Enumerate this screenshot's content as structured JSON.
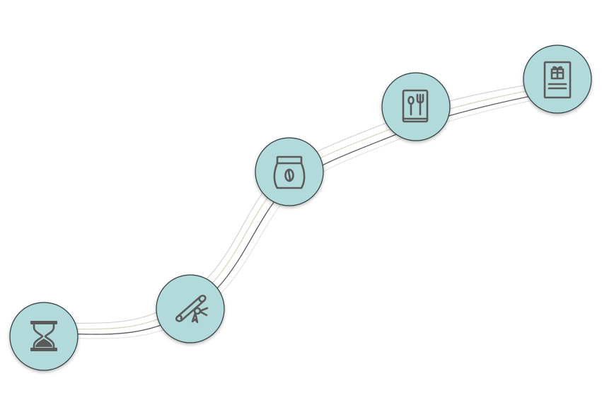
{
  "colors": {
    "node_fill": "#b3dadb",
    "node_stroke": "#2f3b3c",
    "icon": "#5a5a5a",
    "path_dark": "#555555",
    "path_light": "#c8c8c8",
    "path_tan": "#d4d0b8"
  },
  "nodes": [
    {
      "id": "hourglass",
      "icon": "hourglass-icon"
    },
    {
      "id": "diploma",
      "icon": "diploma-scroll-icon"
    },
    {
      "id": "coffee-bag",
      "icon": "coffee-bag-icon"
    },
    {
      "id": "menu",
      "icon": "menu-book-icon"
    },
    {
      "id": "gift-card",
      "icon": "gift-card-icon"
    }
  ]
}
